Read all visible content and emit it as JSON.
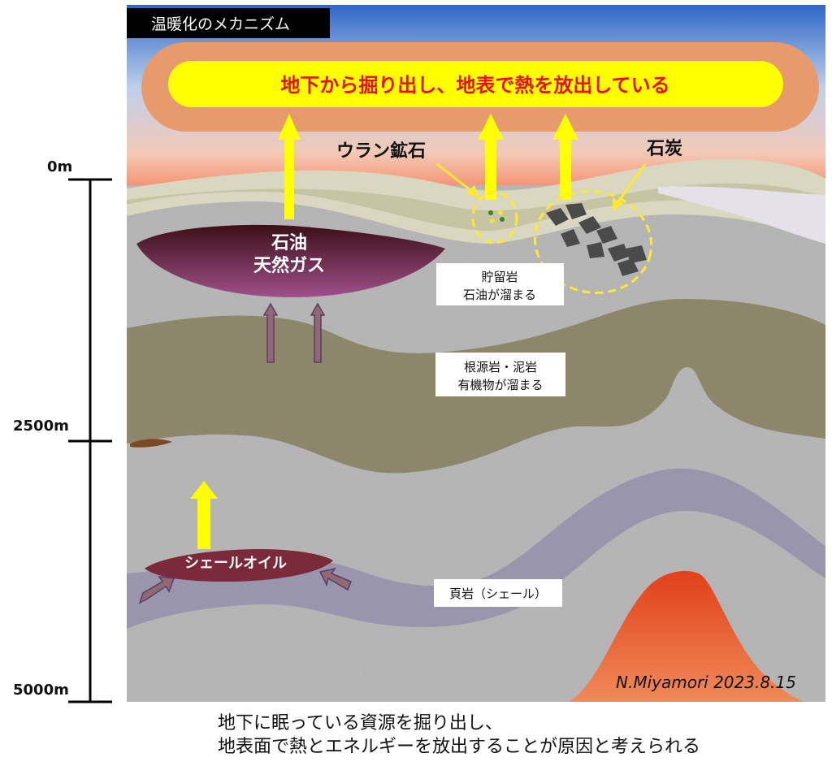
{
  "title": "温暖化のメカニズム",
  "banner": "地下から掘り出し、地表で熱を放出している",
  "scale": {
    "top": "0m",
    "mid": "2500m",
    "bottom": "5000m"
  },
  "labels": {
    "uranium": "ウラン鉱石",
    "coal": "石炭",
    "oil_gas_line1": "石油",
    "oil_gas_line2": "天然ガス",
    "reservoir_line1": "貯留岩",
    "reservoir_line2": "石油が溜まる",
    "source_line1": "根源岩・泥岩",
    "source_line2": "有機物が溜まる",
    "shale_oil": "シェールオイル",
    "shale": "頁岩（シェール）"
  },
  "signature": "N.Miyamori  2023.8.15",
  "caption": {
    "line1": "地下に眠っている資源を掘り出し、",
    "line2": "地表面で熱とエネルギーを放出することが原因と考えられる"
  },
  "colors": {
    "banner_text": "#e8101a",
    "banner_fill": "#ffff00",
    "arrow": "#ffff00",
    "dashed_outline": "#ffe830",
    "magma": "#e8441c"
  }
}
